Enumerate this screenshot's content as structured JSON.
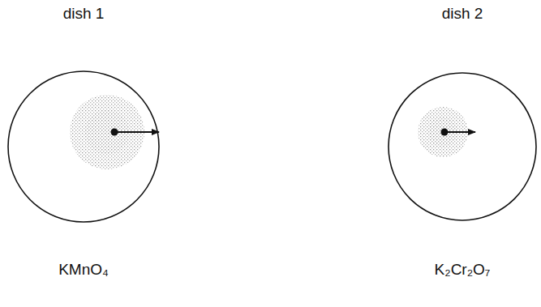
{
  "diagram": {
    "nodes": [
      {
        "text": [
          "dish 1",
          "KMnO₄"
        ]
      },
      {
        "text": [
          "dish 2",
          "K₂Cr₂O₇"
        ]
      }
    ]
  }
}
